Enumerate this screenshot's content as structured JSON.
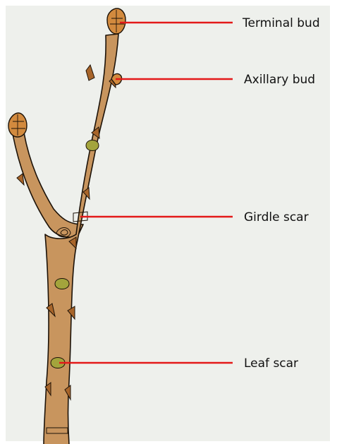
{
  "figure": {
    "background_color": "#eef0ec",
    "twig_color": "#c8955e",
    "outline_color": "#1c1208",
    "bud_color": "#d28a3e",
    "bud_scale_color": "#a8652a",
    "leaf_scar_color": "#a3a43c",
    "leader_color": "#e31919"
  },
  "labels": [
    {
      "id": "terminal-bud",
      "text": "Terminal bud"
    },
    {
      "id": "axillary-bud",
      "text": "Axillary bud"
    },
    {
      "id": "girdle-scar",
      "text": "Girdle scar"
    },
    {
      "id": "leaf-scar",
      "text": "Leaf scar"
    }
  ]
}
